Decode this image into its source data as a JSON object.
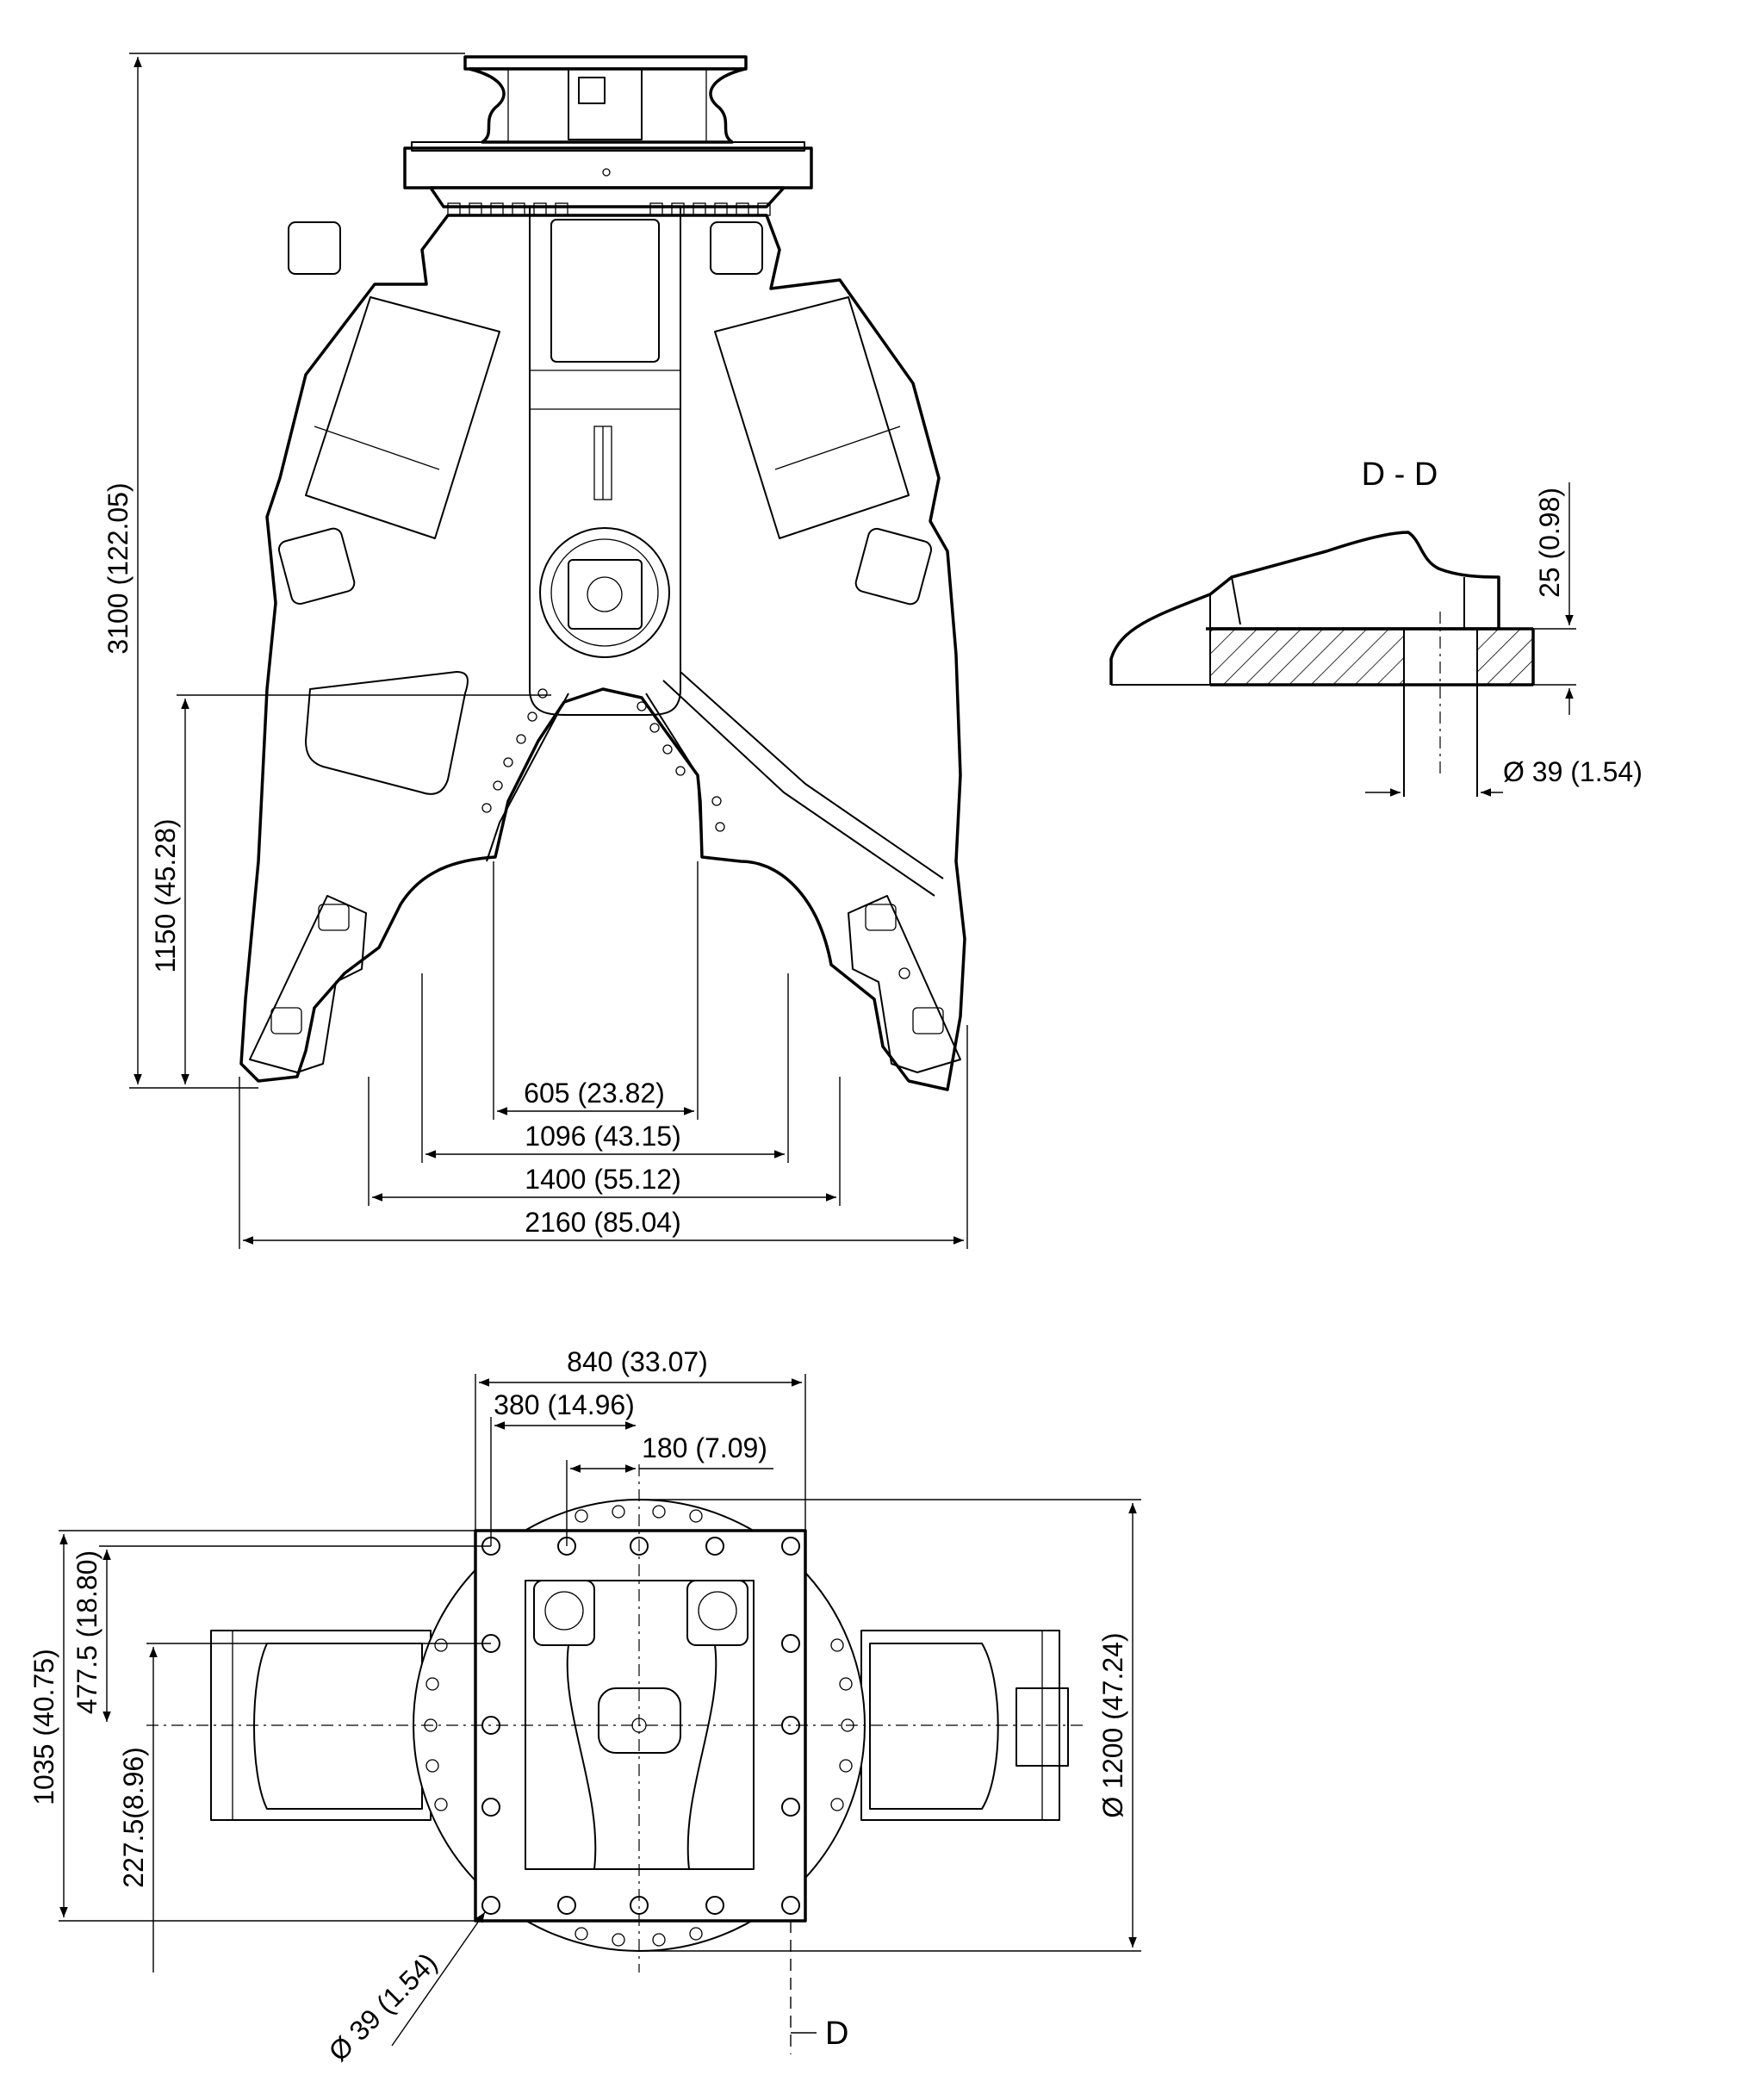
{
  "front_view": {
    "dimensions": {
      "total_height": "3100 (122.05)",
      "jaw_height": "1150 (45.28)",
      "jaw_opening_inner": "605 (23.82)",
      "jaw_opening_mid": "1096 (43.15)",
      "jaw_opening_outer": "1400 (55.12)",
      "total_width": "2160 (85.04)"
    }
  },
  "section_view": {
    "title": "D - D",
    "dimensions": {
      "plate_thickness": "25 (0.98)",
      "hole_diameter": "Ø 39 (1.54)"
    }
  },
  "top_view": {
    "dimensions": {
      "bolt_pattern_width": "840 (33.07)",
      "bolt_offset_1": "380 (14.96)",
      "bolt_offset_2": "180 (7.09)",
      "overall_depth": "1035 (40.75)",
      "bolt_pattern_half": "477.5 (18.80)",
      "cylinder_offset": "227.5(8.96)",
      "rotator_diameter": "Ø 1200 (47.24)",
      "hole_diameter": "Ø 39 (1.54)",
      "section_marker": "D"
    }
  }
}
